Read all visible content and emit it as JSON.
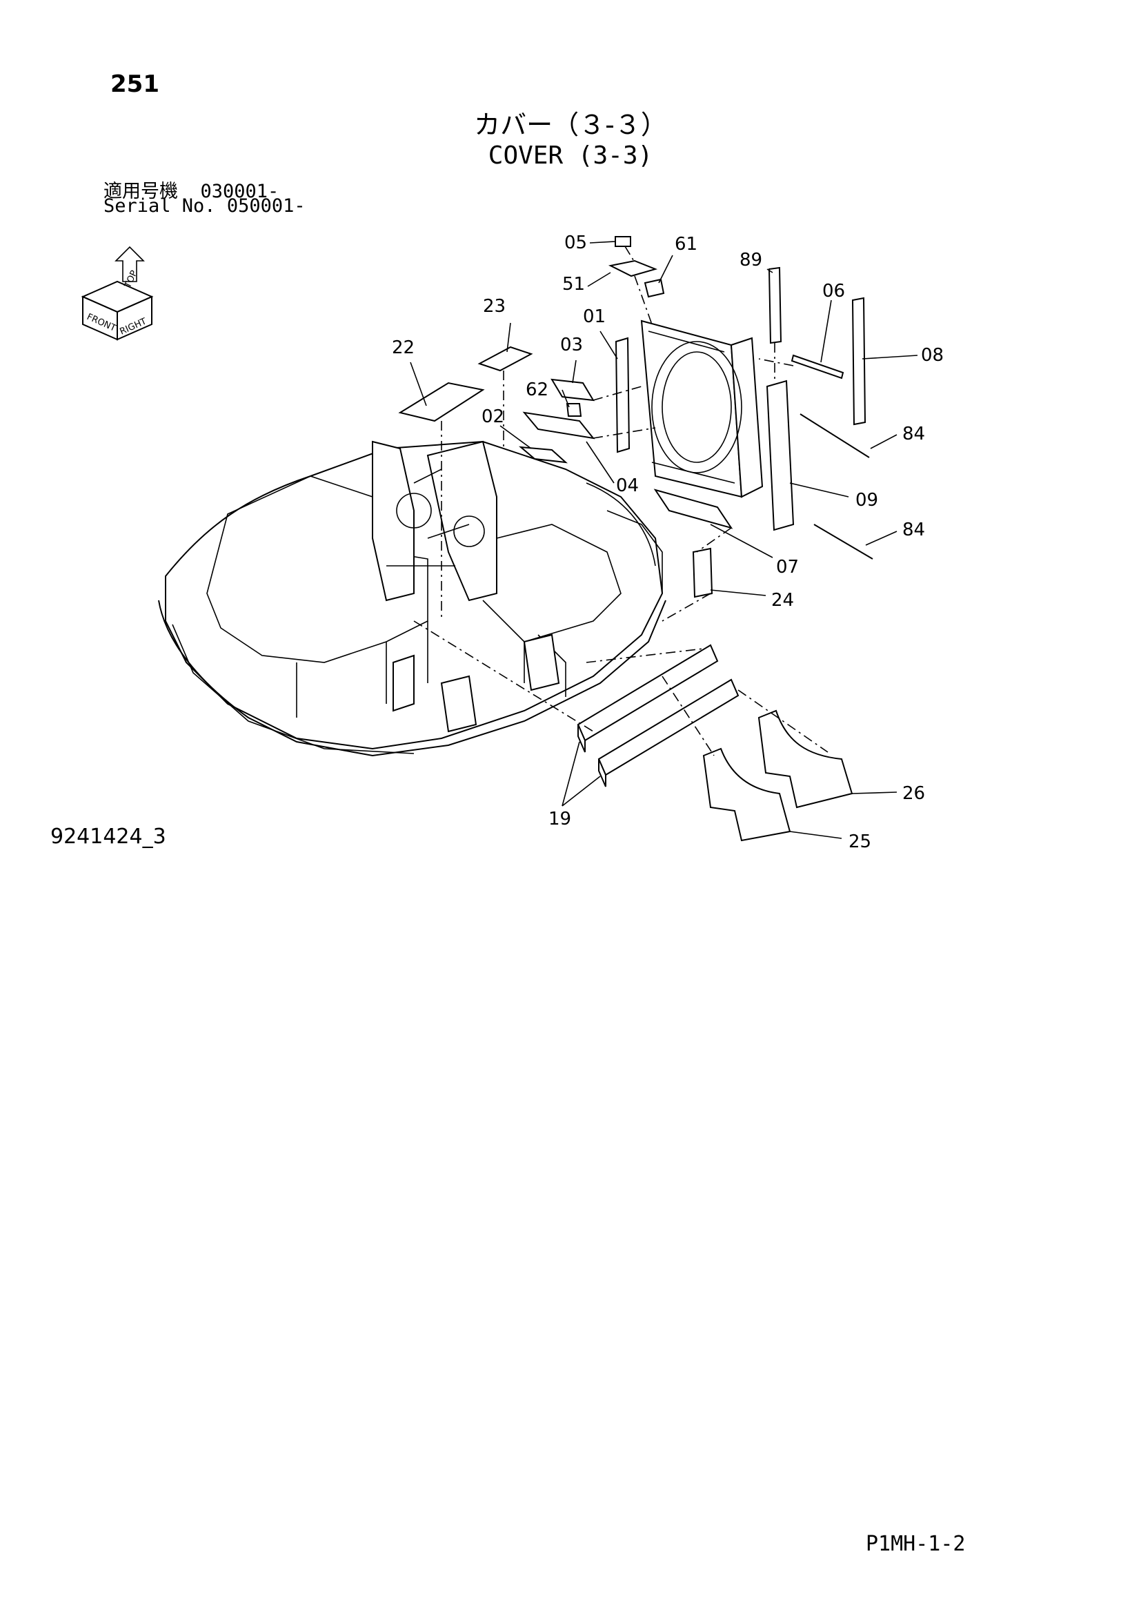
{
  "page_number": "251",
  "title_jp": "カバー（３-３）",
  "title_en": "COVER (3-3)",
  "serial": {
    "line1_label": "適用号機",
    "line1_value": "030001-",
    "line2_label": "Serial No.",
    "line2_value": "050001-"
  },
  "orientation_icon": {
    "labels": [
      "FRONT",
      "TOP",
      "RIGHT"
    ]
  },
  "callouts": [
    "05",
    "61",
    "89",
    "06",
    "08",
    "51",
    "23",
    "01",
    "03",
    "22",
    "62",
    "02",
    "04",
    "84",
    "09",
    "84",
    "07",
    "24",
    "26",
    "19",
    "25"
  ],
  "drawing_code": "9241424_3",
  "page_code": "P1MH-1-2"
}
